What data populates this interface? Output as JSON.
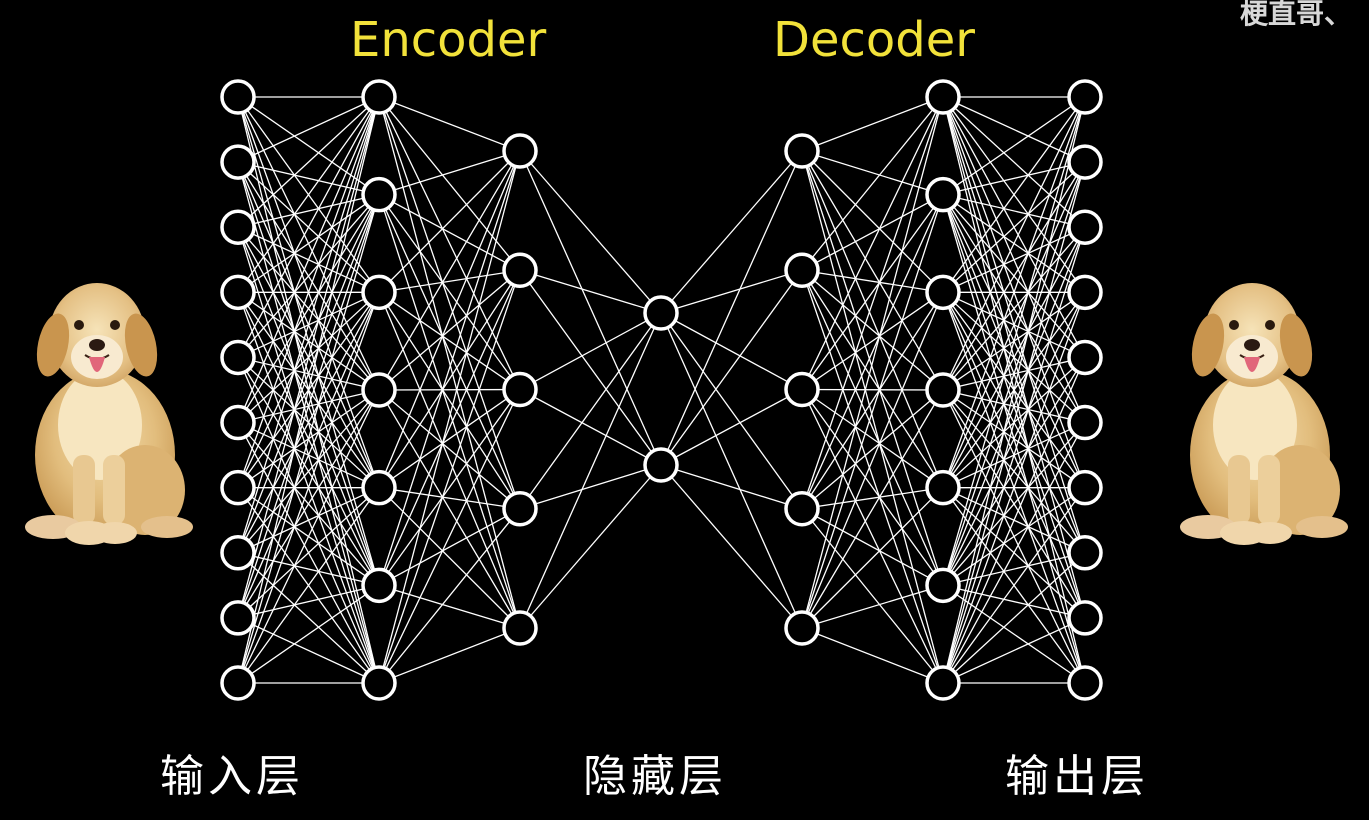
{
  "watermark": "梗直哥、",
  "sections": {
    "encoder_title": "Encoder",
    "decoder_title": "Decoder"
  },
  "layer_labels": {
    "input": "输入层",
    "hidden": "隐藏层",
    "output": "输出层"
  },
  "network": {
    "layer_sizes": [
      10,
      7,
      5,
      2,
      5,
      7,
      10
    ],
    "connectivity": "fully-connected",
    "node_style": "hollow-white-circle",
    "edge_color": "#ffffff"
  },
  "images": {
    "input_image": "golden-retriever-puppy",
    "output_image": "golden-retriever-puppy"
  },
  "colors": {
    "background": "#000000",
    "title": "#f2e23a",
    "nodes": "#ffffff",
    "text": "#ffffff"
  }
}
